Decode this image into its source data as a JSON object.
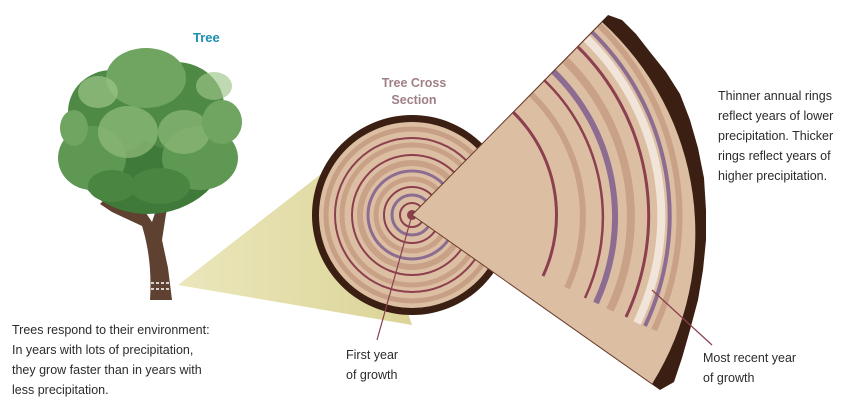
{
  "titles": {
    "tree": "Tree",
    "cross_section": "Tree Cross\nSection"
  },
  "annotations": {
    "rings_note": "Thinner annual rings\nreflect years of lower\nprecipitation. Thicker\nrings reflect years of\nhigher precipitation.",
    "environment_note": "Trees respond to their environment:\nIn years with lots of precipitation,\nthey grow faster than in years with\nless precipitation.",
    "first_year": "First year\nof growth",
    "recent_year": "Most recent year\nof growth"
  },
  "colors": {
    "tree_title": "#1b8fb0",
    "section_title": "#a07f86",
    "wood_light": "#dcbfa3",
    "wood_mid": "#c9a187",
    "ring_dark": "#8c3f4e",
    "ring_purple": "#8d6c91",
    "bark": "#3a1f12",
    "beam": "#dcd59a",
    "foliage_dark": "#3f7a3a",
    "foliage_light": "#8fb97a",
    "trunk": "#5e4131"
  }
}
